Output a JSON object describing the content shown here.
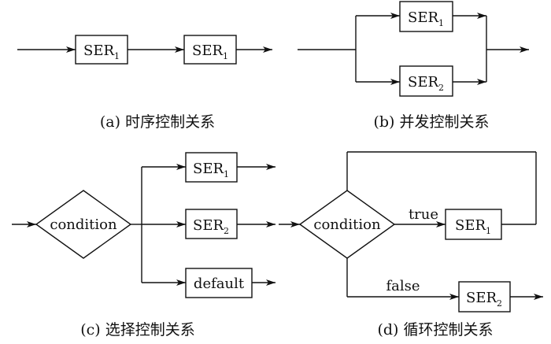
{
  "panel_a": {
    "box1": {
      "text": "SER",
      "sub": "1"
    },
    "box2": {
      "text": "SER",
      "sub": "1"
    },
    "caption": "(a) 时序控制关系"
  },
  "panel_b": {
    "box1": {
      "text": "SER",
      "sub": "1"
    },
    "box2": {
      "text": "SER",
      "sub": "2"
    },
    "caption": "(b) 并发控制关系"
  },
  "panel_c": {
    "condition": "condition",
    "box1": {
      "text": "SER",
      "sub": "1"
    },
    "box2": {
      "text": "SER",
      "sub": "2"
    },
    "box3": {
      "text": "default"
    },
    "caption": "(c) 选择控制关系"
  },
  "panel_d": {
    "condition": "condition",
    "true_label": "true",
    "false_label": "false",
    "box1": {
      "text": "SER",
      "sub": "1"
    },
    "box2": {
      "text": "SER",
      "sub": "2"
    },
    "caption": "(d) 循环控制关系"
  }
}
